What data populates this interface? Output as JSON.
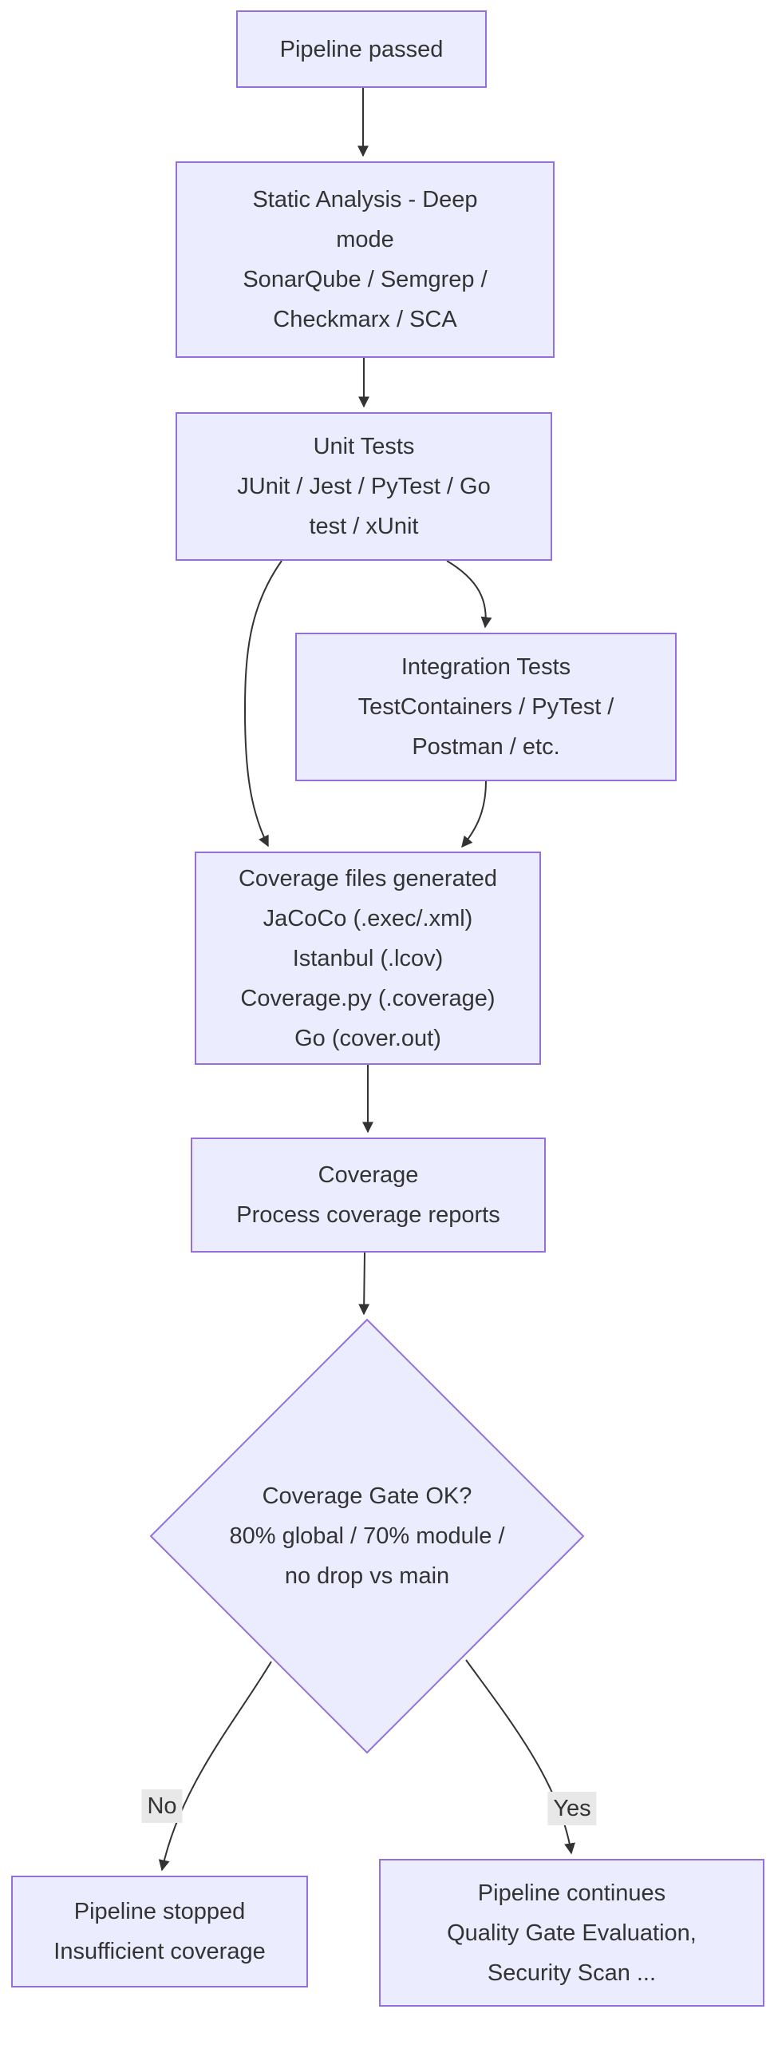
{
  "diagram": {
    "type": "flowchart",
    "colors": {
      "background": "#ffffff",
      "node_fill": "#ECECFF",
      "node_border": "#9370DB",
      "text": "#333333",
      "edge": "#333333",
      "edge_label_background": "#e8e8e8"
    },
    "nodes": {
      "pipeline_passed": {
        "text": "Pipeline passed"
      },
      "static_analysis": {
        "text": "Static Analysis - Deep\nmode\nSonarQube / Semgrep /\nCheckmarx / SCA"
      },
      "unit_tests": {
        "text": "Unit Tests\nJUnit / Jest / PyTest / Go\ntest / xUnit"
      },
      "integration_tests": {
        "text": "Integration Tests\nTestContainers / PyTest /\nPostman / etc."
      },
      "coverage_files": {
        "text": "Coverage files generated\nJaCoCo (.exec/.xml)\nIstanbul (.lcov)\nCoverage.py (.coverage)\nGo (cover.out)"
      },
      "coverage": {
        "text": "Coverage\nProcess coverage reports"
      },
      "coverage_gate": {
        "text": "Coverage Gate OK?\n80% global / 70% module /\nno drop vs main"
      },
      "pipeline_stopped": {
        "text": "Pipeline stopped\nInsufficient coverage"
      },
      "pipeline_continues": {
        "text": "Pipeline continues\nQuality Gate Evaluation,\nSecurity Scan ..."
      }
    },
    "edge_labels": {
      "no": "No",
      "yes": "Yes"
    }
  }
}
